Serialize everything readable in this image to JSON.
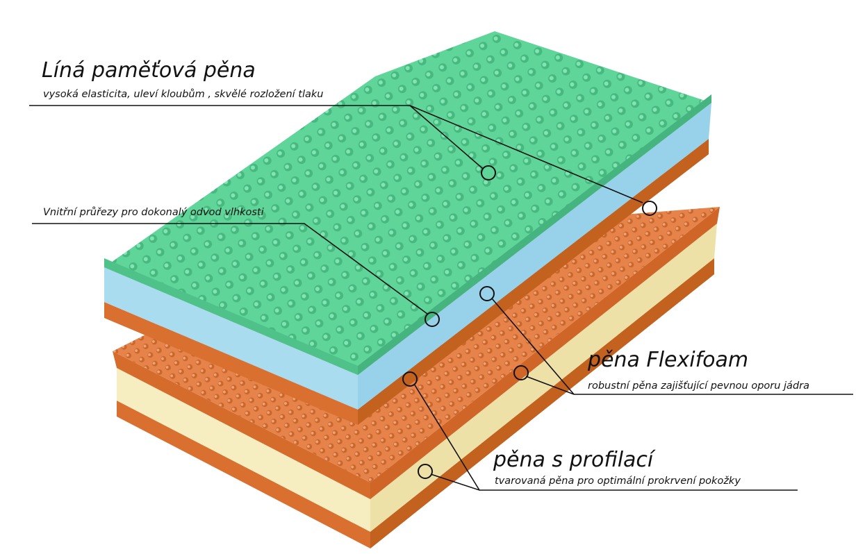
{
  "labels": {
    "memory_foam": {
      "title": "Líná paměťová pěna",
      "subtitle": "vysoká elasticita, uleví kloubům , skvělé rozložení tlaku"
    },
    "channels": {
      "subtitle": "Vnitřní průřezy pro dokonalý odvod vlhkosti"
    },
    "flexifoam": {
      "title": "pěna Flexifoam",
      "subtitle": "robustní pěna zajišťující pevnou oporu jádra"
    },
    "profiled": {
      "title": "pěna s profilací",
      "subtitle": "tvarovaná pěna pro optimální prokrvení pokožky"
    }
  },
  "colors": {
    "green_top": "#5fd59a",
    "blue_core": "#a9dcef",
    "orange_layer": "#e07a3e",
    "orange_dark": "#c3611f",
    "cream_core": "#f6edc0",
    "line": "#111111"
  }
}
